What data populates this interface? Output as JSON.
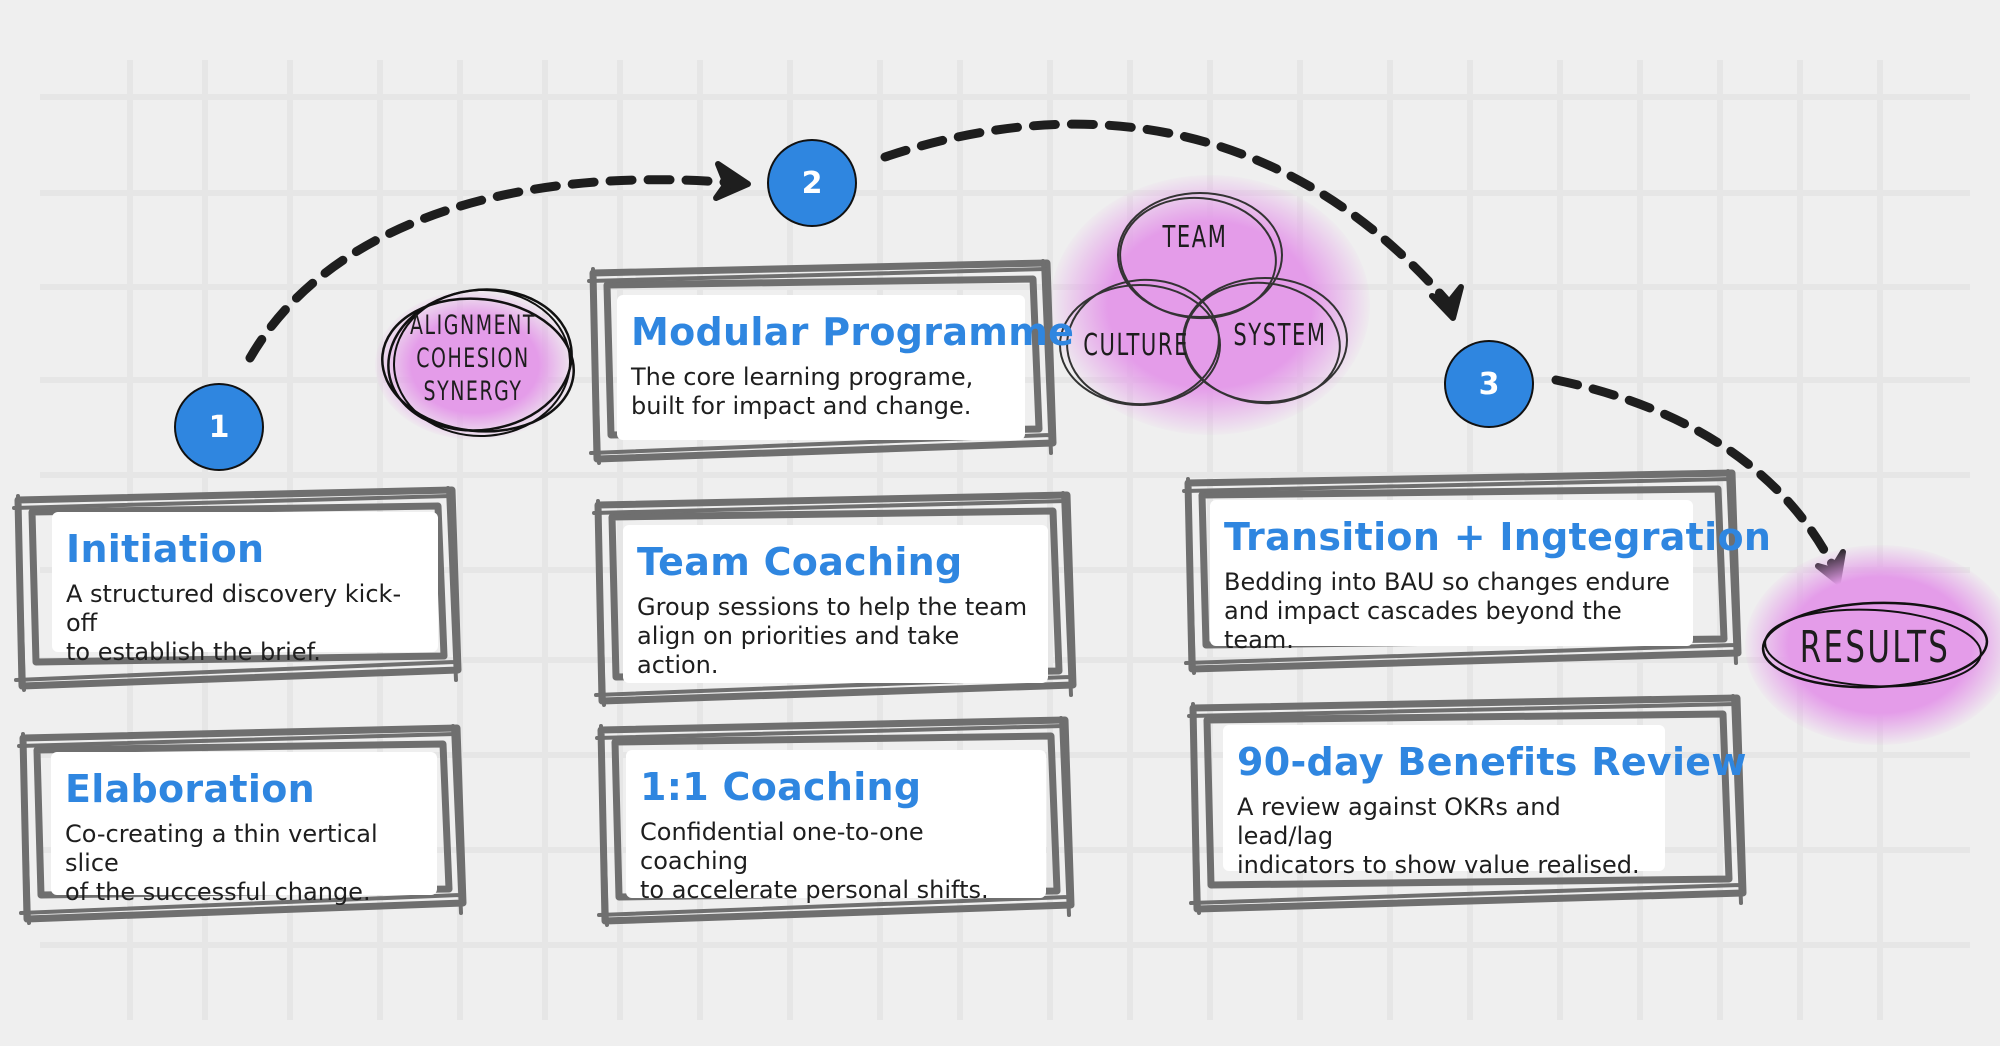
{
  "steps": [
    {
      "number": "1"
    },
    {
      "number": "2"
    },
    {
      "number": "3"
    }
  ],
  "phases": [
    {
      "step": "1",
      "cards": [
        {
          "title": "Initiation",
          "description": "A structured discovery kick-off\nto establish the brief."
        },
        {
          "title": "Elaboration",
          "description": "Co-creating a thin vertical slice\nof the successful change."
        }
      ]
    },
    {
      "step": "2",
      "cards": [
        {
          "title": "Modular Programme",
          "description": "The core learning programe,\nbuilt for impact and change."
        },
        {
          "title": "Team Coaching",
          "description": "Group sessions to help the team\nalign on priorities and take action."
        },
        {
          "title": "1:1 Coaching",
          "description": "Confidential one-to-one coaching\nto accelerate personal shifts."
        }
      ]
    },
    {
      "step": "3",
      "cards": [
        {
          "title": "Transition + Ingtegration",
          "description": "Bedding into BAU so changes endure\nand impact cascades beyond the team."
        },
        {
          "title": "90-day Benefits Review",
          "description": "A review against OKRs and lead/lag\nindicators to show value realised."
        }
      ]
    }
  ],
  "annotations": {
    "values_badge": [
      "ALIGNMENT",
      "COHESION",
      "SYNERGY"
    ],
    "venn": {
      "top": "TEAM",
      "left": "CULTURE",
      "right": "SYSTEM"
    },
    "results": "RESULTS"
  },
  "colors": {
    "accent": "#2f86e0",
    "highlight": "#e49ce9",
    "frame": "#6f6f6f",
    "background": "#efefef",
    "arrow": "#1e1e1e"
  }
}
